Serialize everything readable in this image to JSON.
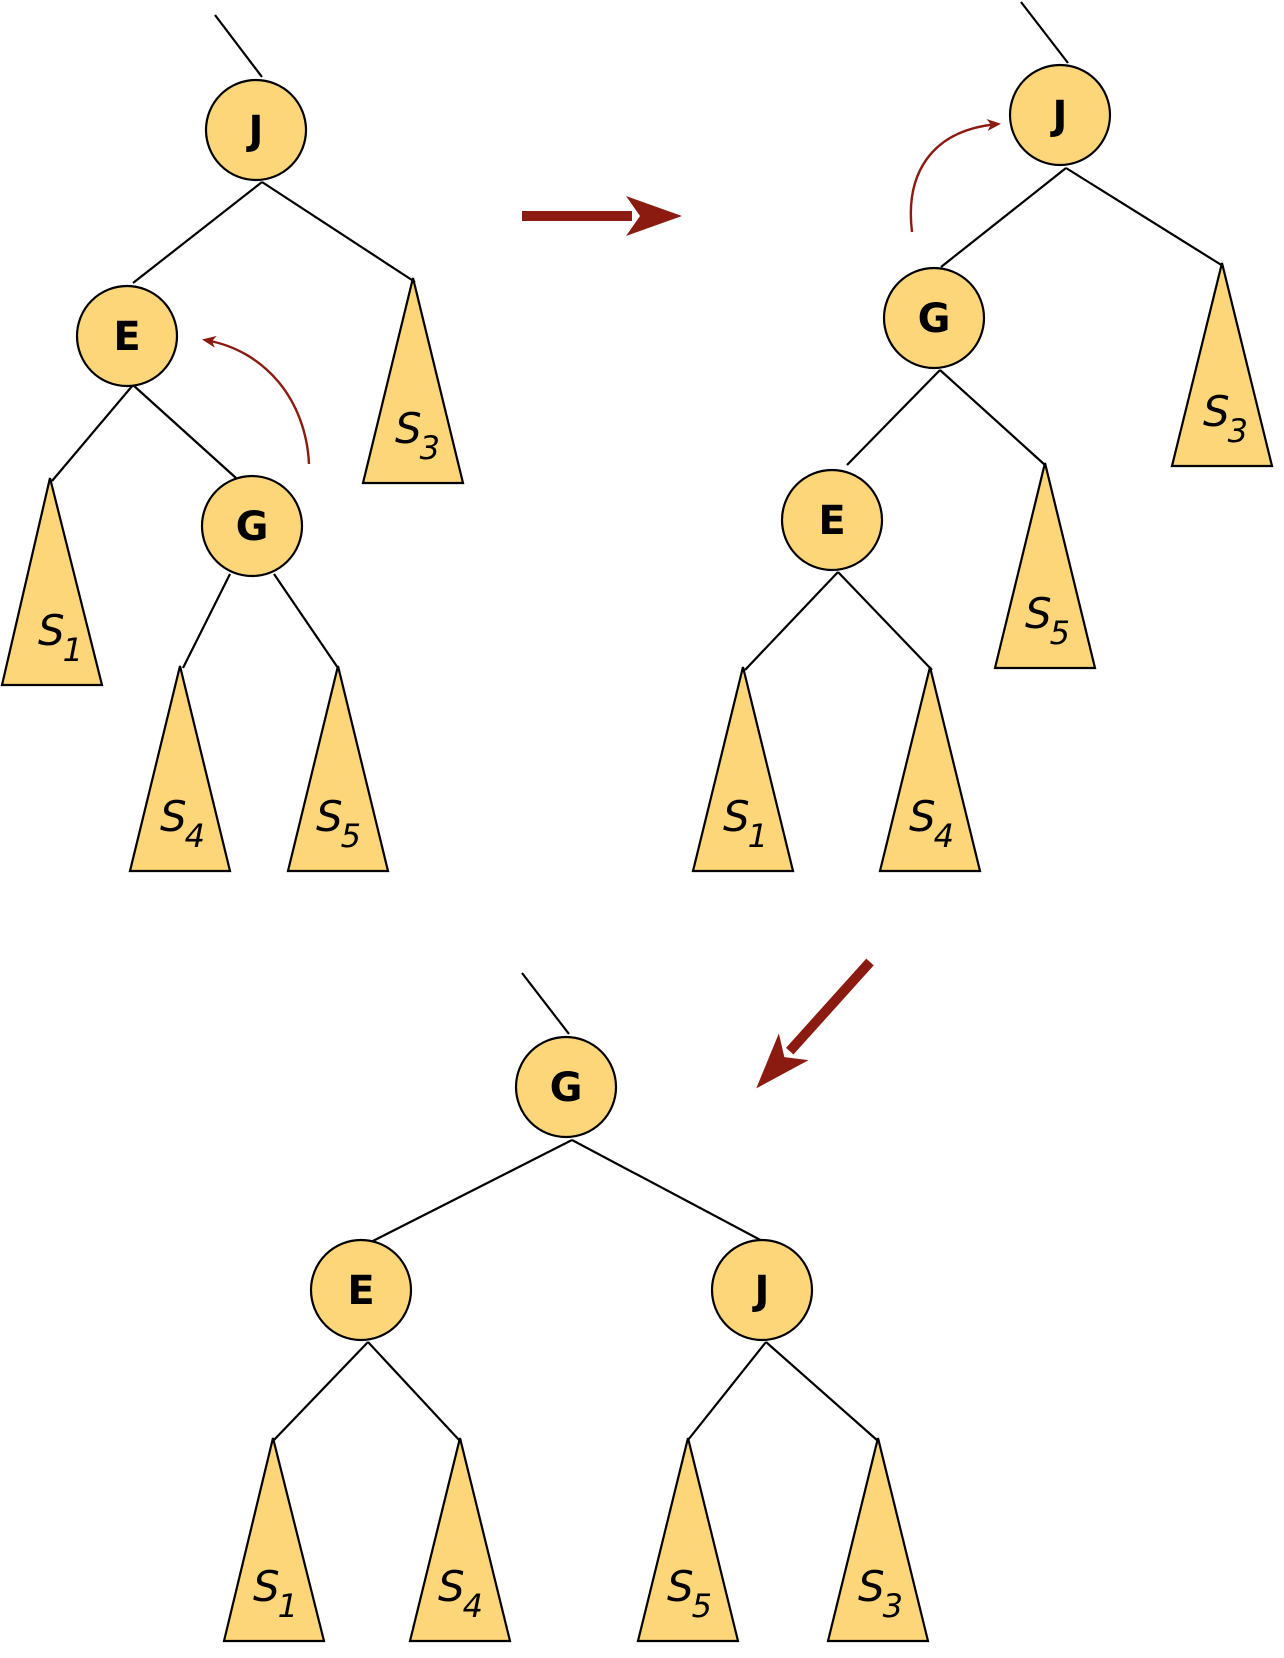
{
  "diagram_title": "",
  "stages": [
    {
      "id": "before",
      "nodes": {
        "top": "J",
        "mid": "E",
        "low": "G"
      },
      "subtrees": [
        {
          "letter": "S",
          "index": "1"
        },
        {
          "letter": "S",
          "index": "3"
        },
        {
          "letter": "S",
          "index": "4"
        },
        {
          "letter": "S",
          "index": "5"
        }
      ]
    },
    {
      "id": "after-first-rotation",
      "nodes": {
        "top": "J",
        "mid": "G",
        "low": "E"
      },
      "subtrees": [
        {
          "letter": "S",
          "index": "3"
        },
        {
          "letter": "S",
          "index": "5"
        },
        {
          "letter": "S",
          "index": "1"
        },
        {
          "letter": "S",
          "index": "4"
        }
      ]
    },
    {
      "id": "after-second-rotation",
      "nodes": {
        "root": "G",
        "left": "E",
        "right": "J"
      },
      "subtrees": [
        {
          "letter": "S",
          "index": "1"
        },
        {
          "letter": "S",
          "index": "4"
        },
        {
          "letter": "S",
          "index": "5"
        },
        {
          "letter": "S",
          "index": "3"
        }
      ]
    }
  ],
  "colors": {
    "node_fill": "#fdd67a",
    "outline": "#000000",
    "arrow": "#8b1a10"
  }
}
